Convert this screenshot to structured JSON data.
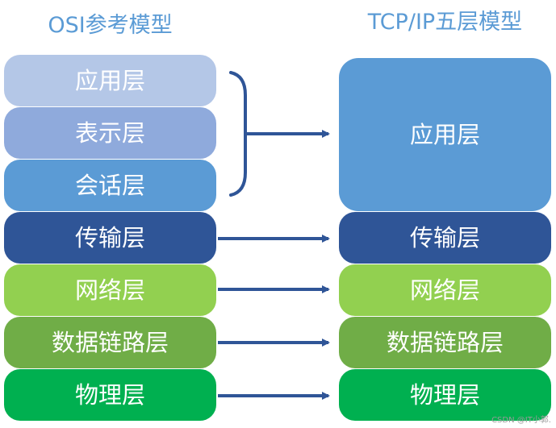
{
  "titles": {
    "osi": "OSI参考模型",
    "tcp": "TCP/IP五层模型"
  },
  "osi_layers": [
    {
      "label": "应用层",
      "color": "#b4c7e7"
    },
    {
      "label": "表示层",
      "color": "#8faadc"
    },
    {
      "label": "会话层",
      "color": "#5b9bd5"
    },
    {
      "label": "传输层",
      "color": "#2f5597"
    },
    {
      "label": "网络层",
      "color": "#92d050"
    },
    {
      "label": "数据链路层",
      "color": "#70ad47"
    },
    {
      "label": "物理层",
      "color": "#00b050"
    }
  ],
  "tcp_layers": [
    {
      "label": "应用层",
      "color": "#5b9bd5"
    },
    {
      "label": "传输层",
      "color": "#2f5597"
    },
    {
      "label": "网络层",
      "color": "#92d050"
    },
    {
      "label": "数据链路层",
      "color": "#70ad47"
    },
    {
      "label": "物理层",
      "color": "#00b050"
    }
  ],
  "connector_color": "#2f5597",
  "footer": "CSDN @IT小郭."
}
